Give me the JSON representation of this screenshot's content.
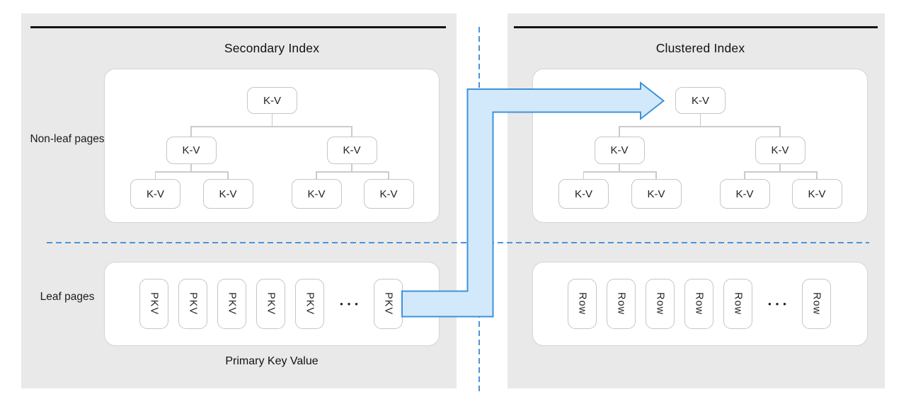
{
  "secondary": {
    "title": "Secondary Index",
    "non_leaf_label": "Non-leaf pages",
    "leaf_label": "Leaf pages",
    "tree": {
      "root": "K-V",
      "children": [
        "K-V",
        "K-V"
      ],
      "leaves": [
        "K-V",
        "K-V",
        "K-V",
        "K-V"
      ]
    },
    "leaf_cells": [
      "PKV",
      "PKV",
      "PKV",
      "PKV",
      "PKV",
      "PKV"
    ],
    "ellipsis": "•••",
    "caption": "Primary Key Value"
  },
  "clustered": {
    "title": "Clustered Index",
    "tree": {
      "root": "K-V",
      "children": [
        "K-V",
        "K-V"
      ],
      "leaves": [
        "K-V",
        "K-V",
        "K-V",
        "K-V"
      ]
    },
    "leaf_cells": [
      "Row",
      "Row",
      "Row",
      "Row",
      "Row",
      "Row"
    ],
    "ellipsis": "•••"
  },
  "colors": {
    "panel_bg": "#e9e9e9",
    "container_border": "#d5d5d5",
    "node_border": "#c6c6c6",
    "connector": "#cbcbcb",
    "arrow_fill": "#d2e9fb",
    "arrow_stroke": "#3e92d8",
    "dashed_line": "#4b94da",
    "title_rule": "#141414",
    "text": "#1c1c1c"
  }
}
